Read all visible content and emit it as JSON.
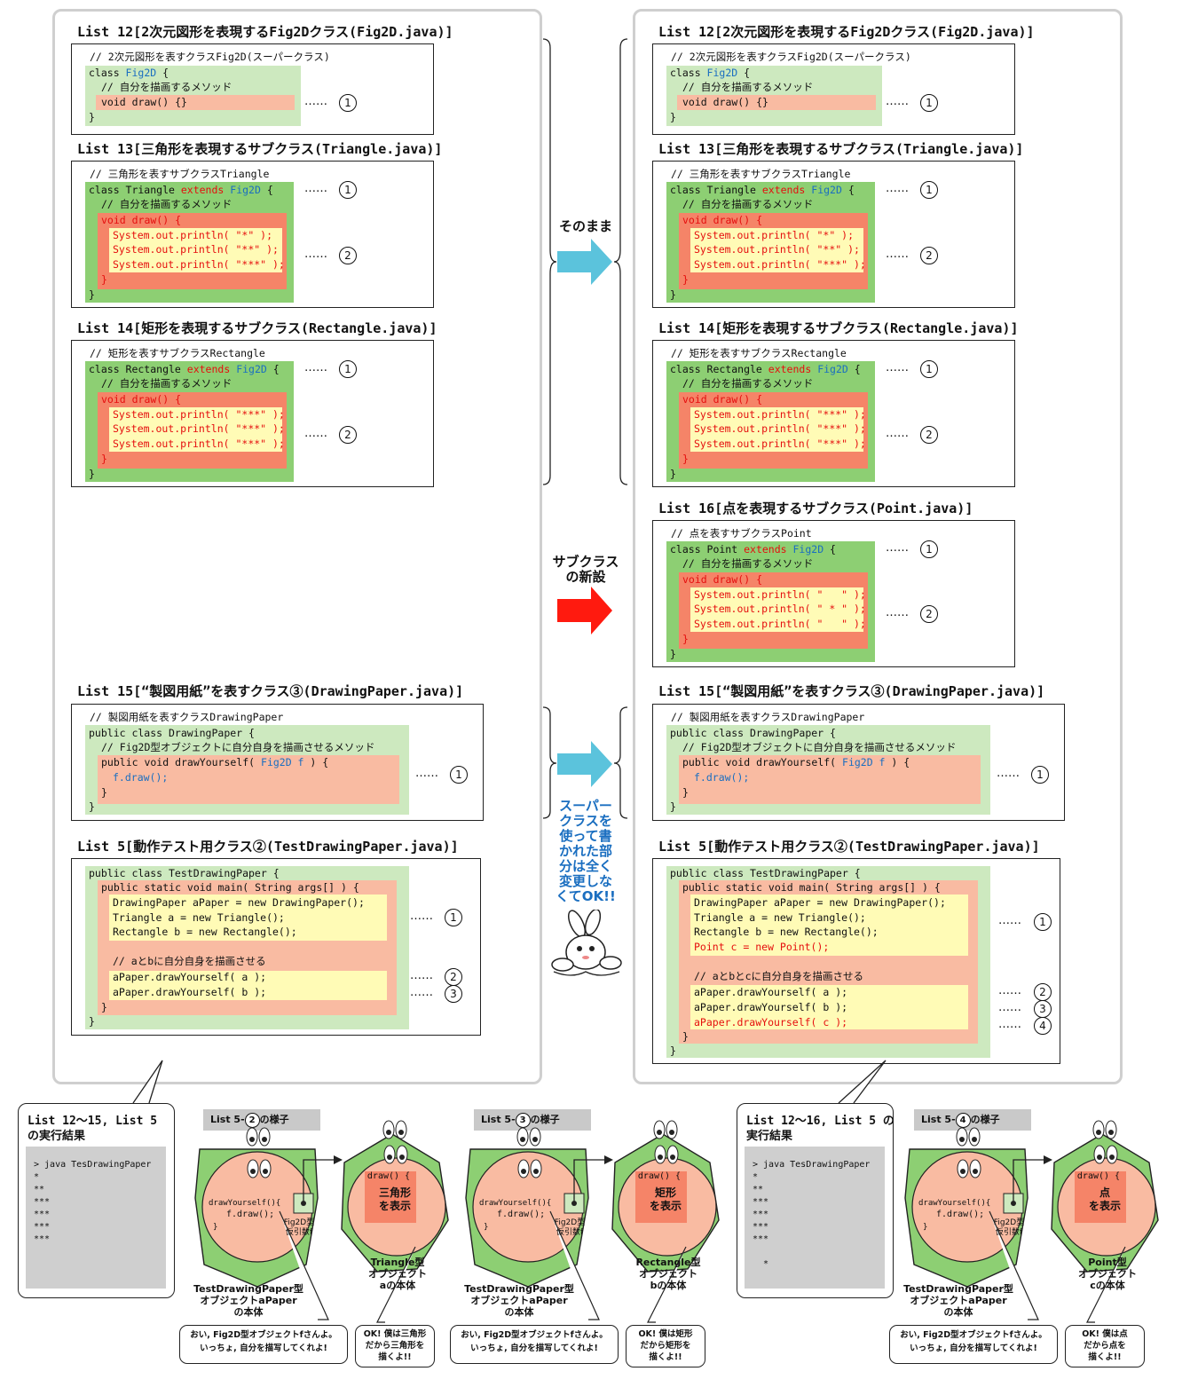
{
  "left": {
    "l12": {
      "title": "List 12[2次元図形を表現するFig2Dクラス(Fig2D.java)]",
      "c0": "// 2次元図形を表すクラスFig2D(スーパークラス)",
      "c1a": "class ",
      "c1b": "Fig2D",
      " c1c": " {",
      "c2": "// 自分を描画するメソッド",
      "c3": "void draw() {}",
      "c4": "}"
    },
    "l13": {
      "title": "List 13[三角形を表現するサブクラス(Triangle.java)]",
      "c0": "// 三角形を表すサブクラスTriangle",
      "c1": "class Triangle ",
      "c1k": "extends",
      "c1f": "Fig2D",
      "c1e": " {",
      "c2": "// 自分を描画するメソッド",
      "c3": "void draw() {",
      "p1": "System.out.println( \"*\" );",
      "p2": "System.out.println( \"**\" );",
      "p3": "System.out.println( \"***\" );",
      "c4": "}",
      "c5": "}"
    },
    "l14": {
      "title": "List 14[矩形を表現するサブクラス(Rectangle.java)]",
      "c0": "// 矩形を表すサブクラスRectangle",
      "c1": "class Rectangle ",
      "c1k": "extends",
      "c1f": "Fig2D",
      "c1e": " {",
      "c2": "// 自分を描画するメソッド",
      "c3": "void draw() {",
      "p1": "System.out.println( \"***\" );",
      "p2": "System.out.println( \"***\" );",
      "p3": "System.out.println( \"***\" );",
      "c4": "}",
      "c5": "}"
    },
    "l15": {
      "title": "List 15[“製図用紙”を表すクラス③(DrawingPaper.java)]",
      "c0": "// 製図用紙を表すクラスDrawingPaper",
      "c1": "public class DrawingPaper {",
      "c2": "// Fig2D型オブジェクトに自分自身を描画させるメソッド",
      "c3a": "public void drawYourself( ",
      "c3f": "Fig2D f",
      " c3e": " ) {",
      "c4": "f.draw();",
      "c5": "}",
      "c6": "}"
    },
    "l5": {
      "title": "List 5[動作テスト用クラス②(TestDrawingPaper.java)]",
      "c1": "public class TestDrawingPaper {",
      "c2": "public static void main( String args[] ) {",
      "c3": "DrawingPaper aPaper = new DrawingPaper();",
      "c4": "Triangle a = new Triangle();",
      "c5": "Rectangle b = new Rectangle();",
      "c6": "// aとbに自分自身を描画させる",
      "c7": "aPaper.drawYourself( a );",
      "c8": "aPaper.drawYourself( b );",
      "c9": "}",
      "c10": "}"
    }
  },
  "right": {
    "l16": {
      "title": "List 16[点を表現するサブクラス(Point.java)]",
      "c0": "// 点を表すサブクラスPoint",
      "c1": "class Point ",
      "c1k": "extends",
      "c1f": "Fig2D",
      "c1e": " {",
      "c2": "// 自分を描画するメソッド",
      "c3": "void draw() {",
      "p1": "System.out.println( \"   \" );",
      "p2": "System.out.println( \" * \" );",
      "p3": "System.out.println( \"   \" );",
      "c4": "}",
      "c5": "}"
    },
    "l5": {
      "title": "List 5[動作テスト用クラス②(TestDrawingPaper.java)]",
      "c7": "Point c = new Point();",
      "c8": "// aとbとcに自分自身を描画させる",
      "c9": "aPaper.drawYourself( a );",
      "c10": "aPaper.drawYourself( b );",
      "c11": "aPaper.drawYourself( c );"
    }
  },
  "markers": {
    "dots": "……",
    "n1": "1",
    "n2": "2",
    "n3": "3",
    "n4": "4"
  },
  "middle": {
    "same": "そのまま",
    "newsub1": "サブクラス",
    "newsub2": "の新設",
    "note": [
      "スーパー",
      "クラスを",
      "使って書",
      "かれた部",
      "分は全く",
      "変更しな",
      "くてOK!!"
    ]
  },
  "colors": {
    "cyan": "#5bc3dc",
    "red": "#ff1a0f",
    "green": "#8dcf73",
    "lightgreen": "#cde9bf",
    "salmon": "#f58468",
    "pink": "#f9bba2",
    "yellow": "#fffbb6"
  },
  "bottom": {
    "res1": {
      "title1": "List 12〜15, List 5",
      "title2": "の実行結果",
      "lines": [
        "> java TesDrawingPaper",
        "*",
        "**",
        "***",
        "***",
        "***",
        "***"
      ]
    },
    "res2": {
      "title1": "List 12〜16, List 5 の",
      "title2": "実行結果",
      "lines": [
        "> java TesDrawingPaper",
        "*",
        "**",
        "***",
        "***",
        "***",
        "***",
        "",
        "  *"
      ]
    },
    "tag2": {
      "a": "List 5-",
      "n": "2",
      "b": "の様子"
    },
    "tag3": {
      "a": "List 5-",
      "n": "3",
      "b": "の様子"
    },
    "tag4": {
      "a": "List 5-",
      "n": "4",
      "b": "の様子"
    },
    "dy1": "drawYourself(){",
    "dy2": "f.draw();",
    "dy3": "}",
    "fig2d": "Fig2D型\n仮引数f",
    "draw1": "draw() {",
    "drawEnd": "}",
    "tri": "三角形\nを表示",
    "rect": "矩形\nを表示",
    "point": "点\nを表示",
    "triLabel": "Triangle型\nオブジェクト\naの本体",
    "rectLabel": "Rectangle型\nオブジェクト\nbの本体",
    "pointLabel": "Point型\nオブジェクト\ncの本体",
    "tdpLabel": "TestDrawingPaper型\nオブジェクトaPaper\nの本体",
    "say1": "おい, Fig2D型オブジェクトfさんよ。\nいっちょ, 自分を描写してくれよ!",
    "sayTri": "OK! 僕は三角形\nだから三角形を\n描くよ!!",
    "sayRect": "OK! 僕は矩形\nだから矩形を\n描くよ!!",
    "sayPoint": "OK! 僕は点\nだから点を\n描くよ!!"
  }
}
